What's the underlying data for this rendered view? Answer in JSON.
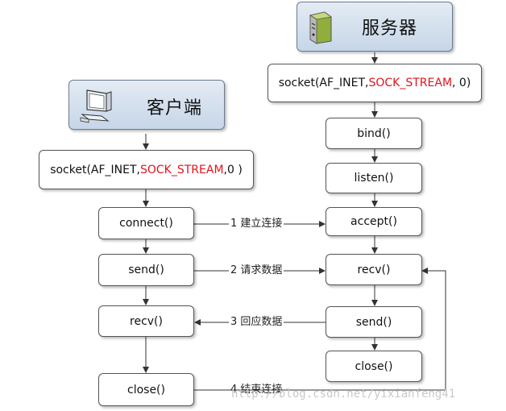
{
  "server": {
    "title": "服务器",
    "socket_prefix": "socket(AF_INET,",
    "socket_red": "SOCK_STREAM",
    "socket_suffix": ", 0)",
    "steps": [
      "bind()",
      "listen()",
      "accept()",
      "recv()",
      "send()",
      "close()"
    ]
  },
  "client": {
    "title": "客户端",
    "socket_prefix": "socket(AF_INET,",
    "socket_red": "SOCK_STREAM",
    "socket_suffix": ",0 )",
    "steps": [
      "connect()",
      "send()",
      "recv()",
      "close()"
    ]
  },
  "links": [
    "1 建立连接",
    "2 请求数据",
    "3 回应数据",
    "4 结束连接"
  ],
  "watermark": "http://blog.csdn.net/yixianfeng41",
  "colors": {
    "header_bg": "#c6d6e8",
    "highlight": "#e0141e",
    "line": "#333333"
  },
  "icons": {
    "server": "server-tower-icon",
    "client": "desktop-computer-icon"
  }
}
